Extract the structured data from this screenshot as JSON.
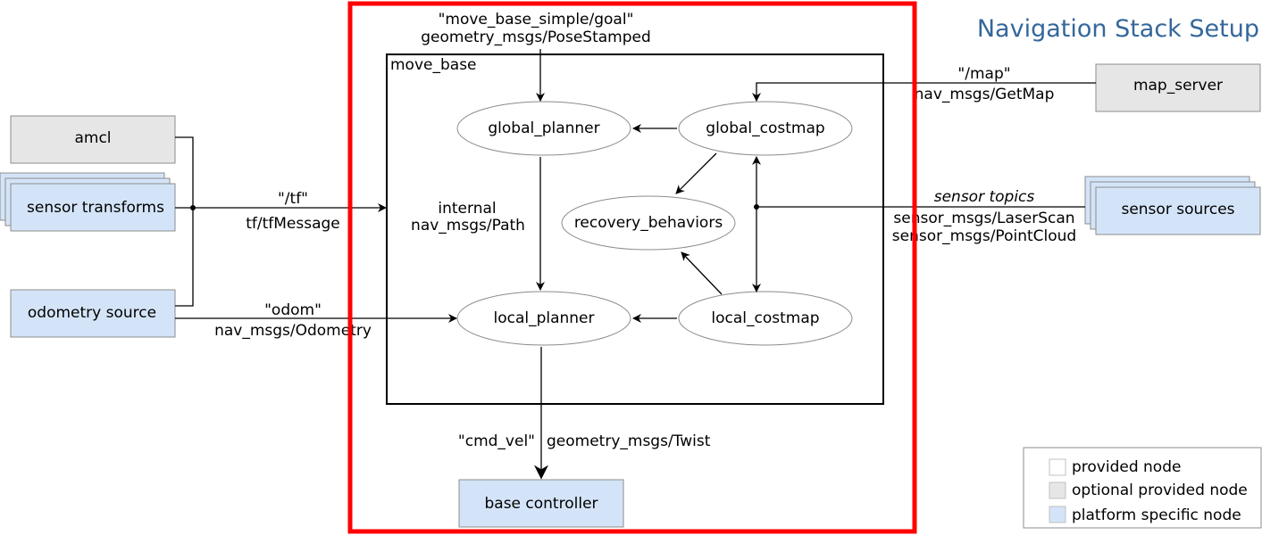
{
  "title": "Navigation Stack Setup",
  "container_label": "move_base",
  "nodes": {
    "amcl": "amcl",
    "sensor_transforms": "sensor transforms",
    "odometry_source": "odometry source",
    "map_server": "map_server",
    "sensor_sources": "sensor sources",
    "base_controller": "base controller",
    "global_planner": "global_planner",
    "global_costmap": "global_costmap",
    "recovery_behaviors": "recovery_behaviors",
    "local_planner": "local_planner",
    "local_costmap": "local_costmap"
  },
  "edges": {
    "goal_topic": "\"move_base_simple/goal\"",
    "goal_type": "geometry_msgs/PoseStamped",
    "map_topic": "\"/map\"",
    "map_type": "nav_msgs/GetMap",
    "tf_topic": "\"/tf\"",
    "tf_type": "tf/tfMessage",
    "odom_topic": "\"odom\"",
    "odom_type": "nav_msgs/Odometry",
    "internal_label": "internal",
    "path_type": "nav_msgs/Path",
    "sensor_topics": "sensor topics",
    "laserscan": "sensor_msgs/LaserScan",
    "pointcloud": "sensor_msgs/PointCloud",
    "cmd_vel": "\"cmd_vel\"",
    "twist": "geometry_msgs/Twist"
  },
  "legend": {
    "provided": "provided node",
    "optional": "optional provided node",
    "platform": "platform specific node"
  },
  "colors": {
    "optional_node": "#e6e6e6",
    "platform_node": "#d4e4f8",
    "highlight": "#ff0000",
    "title": "#34679a"
  }
}
